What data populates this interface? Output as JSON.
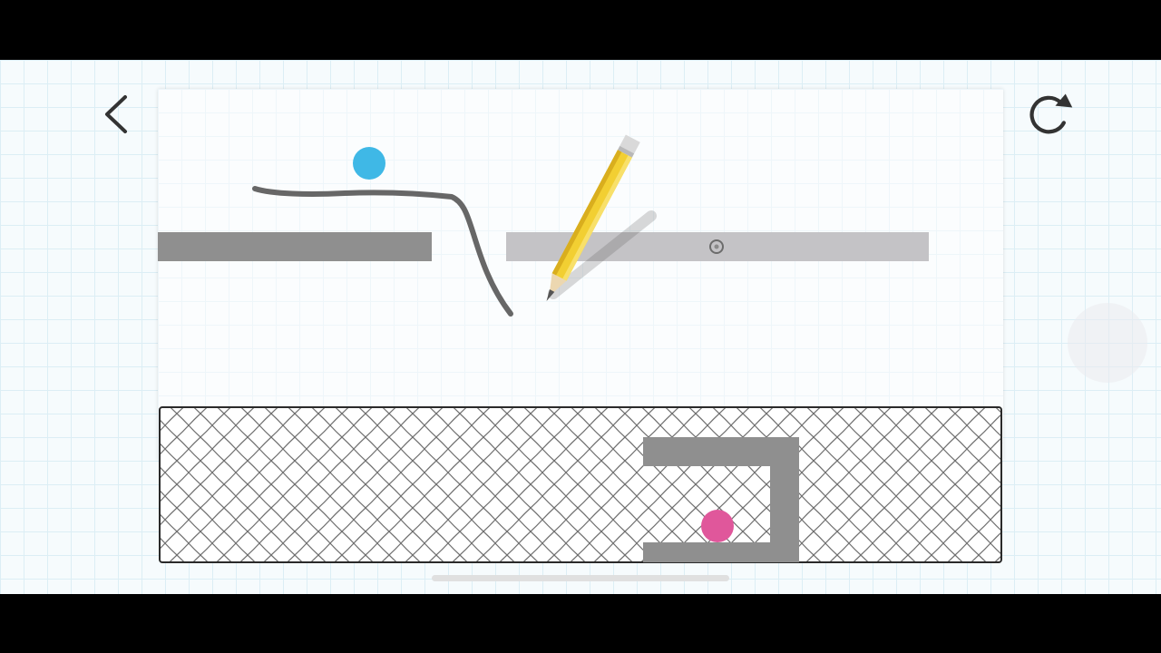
{
  "header": {
    "back_icon": "chevron-left-icon",
    "restart_icon": "restart-arrow-icon"
  },
  "colors": {
    "blue_ball": "#3fb8e6",
    "pink_ball": "#e0579b",
    "solid_platform": "#8f8f8f",
    "light_platform": "#c4c3c6",
    "ink_line": "#676767",
    "pencil_body": "#f2cf32"
  },
  "level": {
    "blue_ball": "blue-ball",
    "pink_ball": "pink-ball",
    "pivot": "pivot-icon",
    "drawn_line": "drawn-ink-line",
    "hint_pencil": "pencil-icon"
  }
}
